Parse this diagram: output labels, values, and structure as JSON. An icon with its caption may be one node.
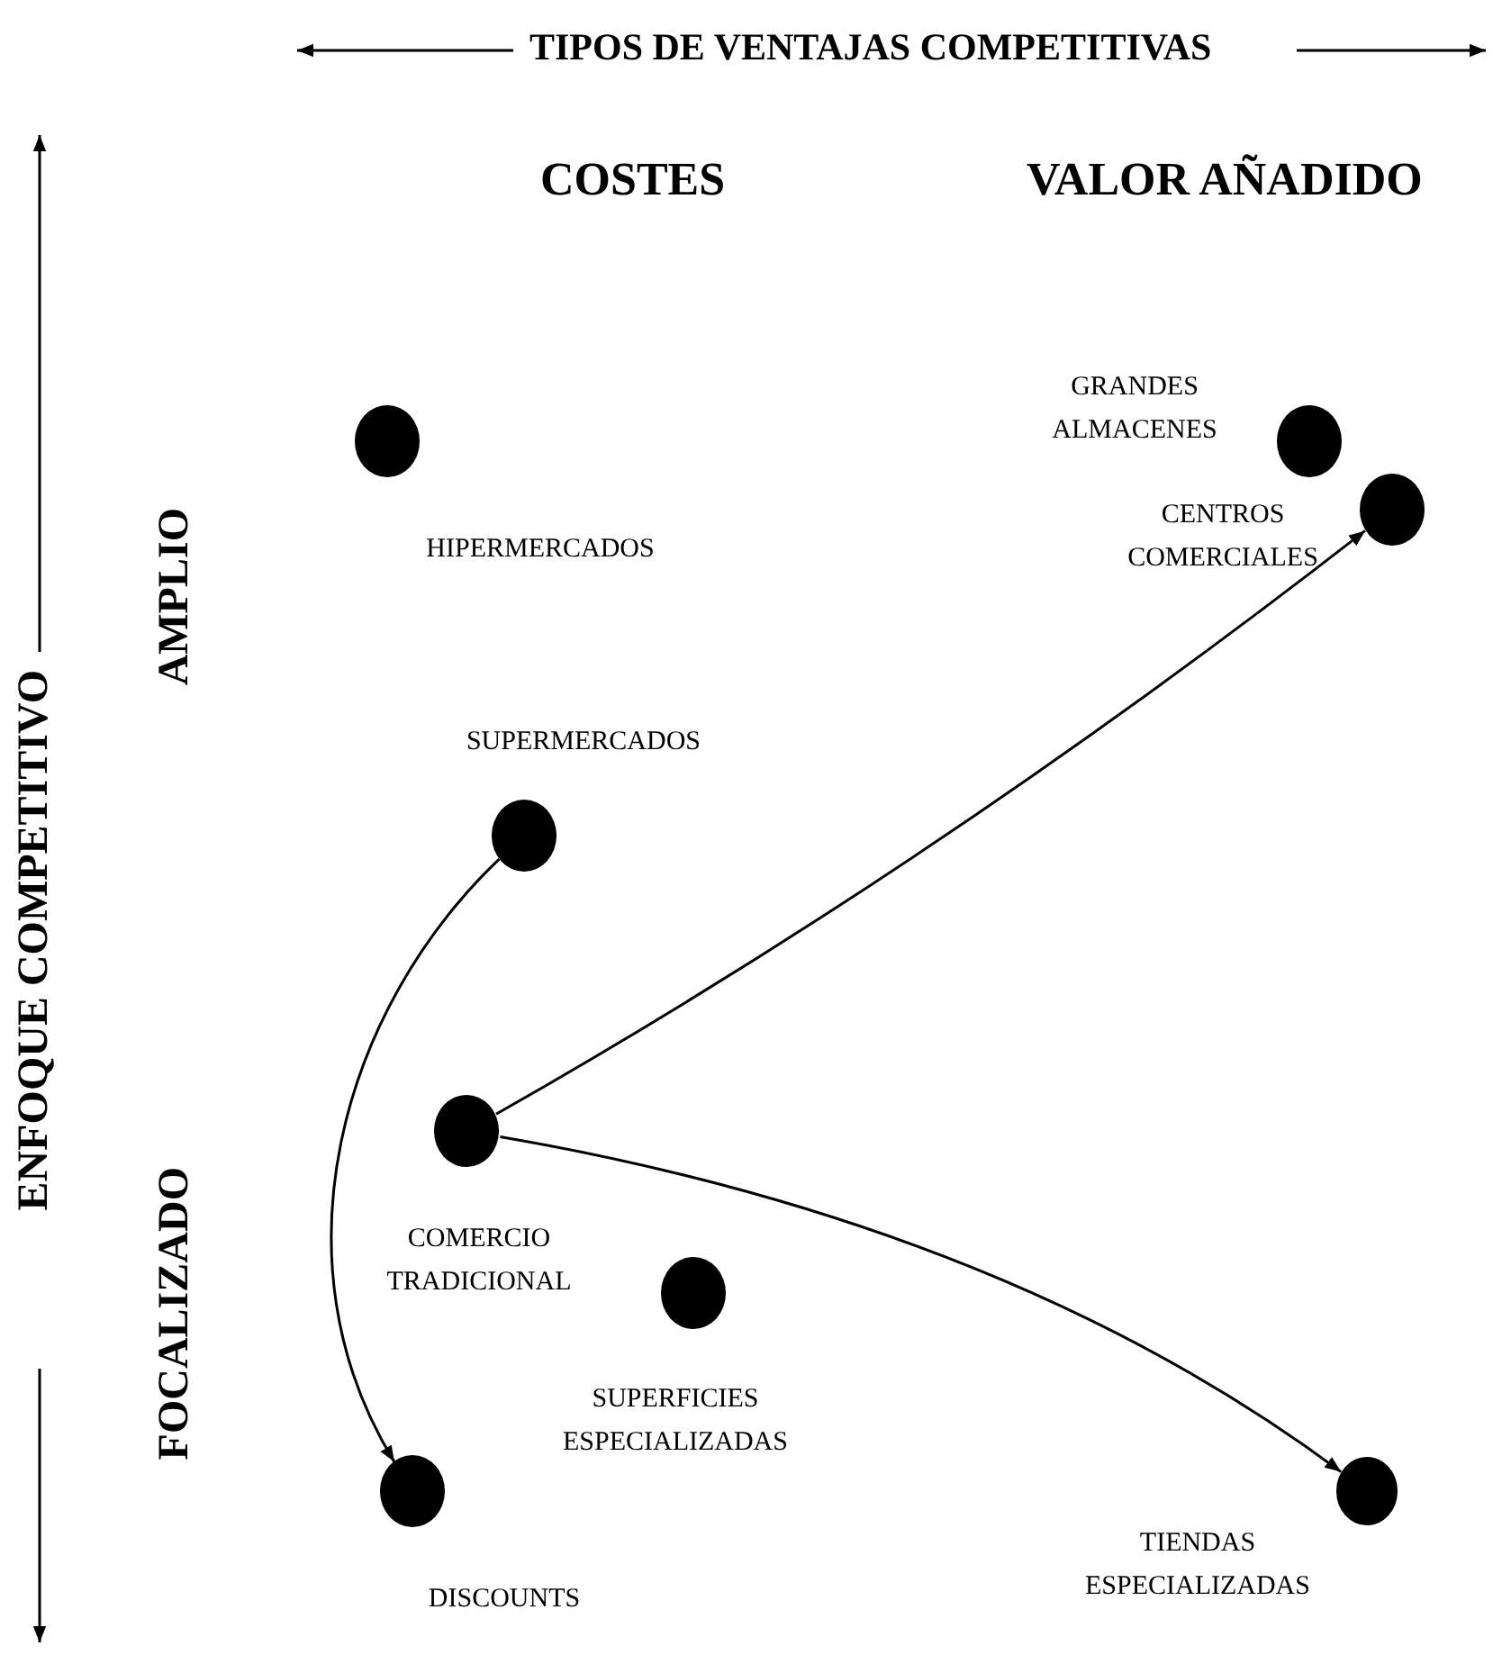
{
  "diagram": {
    "nodes": [
      {
        "text": [],
        "shape": "circle",
        "beside": [
          "HIPERMERCADOS"
        ]
      },
      {
        "text": [],
        "shape": "circle",
        "beside": [
          "GRANDES ALMACENES"
        ]
      },
      {
        "text": [],
        "shape": "circle",
        "beside": [
          "CENTROS COMERCIALES"
        ]
      },
      {
        "text": [],
        "shape": "circle",
        "beside": [
          "SUPERMERCADOS"
        ]
      },
      {
        "text": [],
        "shape": "circle",
        "beside": [
          "COMERCIO TRADICIONAL"
        ]
      },
      {
        "text": [],
        "shape": "circle",
        "beside": [
          "SUPERFICIES ESPECIALIZADAS"
        ]
      },
      {
        "text": [],
        "shape": "circle",
        "beside": [
          "DISCOUNTS"
        ]
      },
      {
        "text": [],
        "shape": "circle",
        "beside": [
          "TIENDAS ESPECIALIZADAS"
        ]
      }
    ],
    "edges": [
      {
        "from": 3,
        "to": 6,
        "arrow": "to"
      },
      {
        "from": 4,
        "to": 2,
        "arrow": "to"
      },
      {
        "from": 4,
        "to": 7,
        "arrow": "to"
      }
    ],
    "labels": [
      "TIPOS DE VENTAJAS COMPETITIVAS",
      "COSTES",
      "VALOR AÑADIDO",
      "ENFOQUE COMPETITIVO",
      "AMPLIO",
      "FOCALIZADO"
    ]
  }
}
